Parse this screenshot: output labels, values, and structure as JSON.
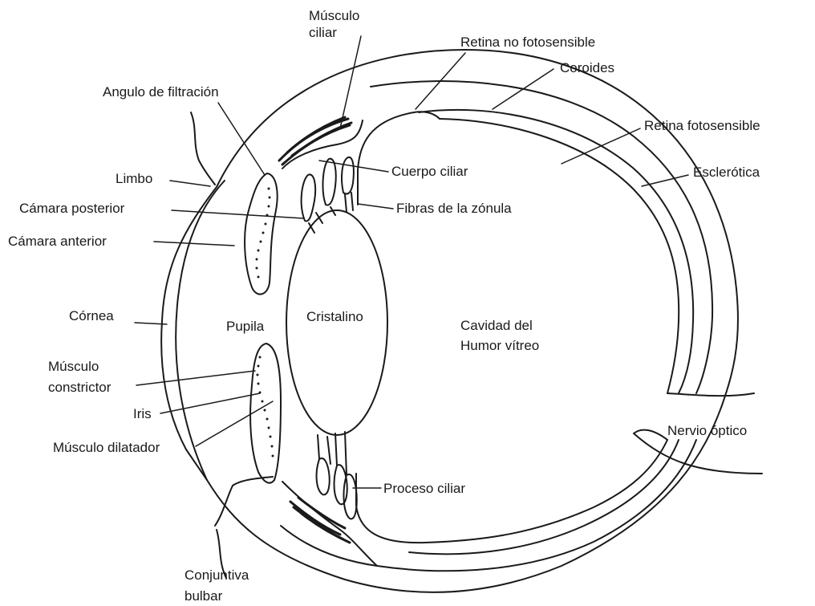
{
  "labels": {
    "musculo_ciliar": [
      "Músculo",
      "ciliar"
    ],
    "retina_no_fotosensible": "Retina no fotosensible",
    "coroides": "Coroides",
    "angulo_filtracion": "Angulo de filtración",
    "retina_fotosensible": "Retina fotosensible",
    "esclerotica": "Esclerótica",
    "limbo": "Limbo",
    "cuerpo_ciliar": "Cuerpo ciliar",
    "camara_posterior": "Cámara posterior",
    "fibras_zonula": "Fibras de la zónula",
    "camara_anterior": "Cámara anterior",
    "cornea": "Córnea",
    "pupila": "Pupila",
    "cristalino": "Cristalino",
    "cavidad": [
      "Cavidad del",
      "Humor vítreo"
    ],
    "musculo_constrictor": [
      "Músculo",
      "constrictor"
    ],
    "iris": "Iris",
    "musculo_dilatador": "Músculo dilatador",
    "nervio_optico": "Nervio óptico",
    "proceso_ciliar": "Proceso ciliar",
    "conjuntiva_bulbar": [
      "Conjuntiva",
      "bulbar"
    ]
  },
  "colors": {
    "ink": "#1a1a1a",
    "background": "#ffffff"
  }
}
